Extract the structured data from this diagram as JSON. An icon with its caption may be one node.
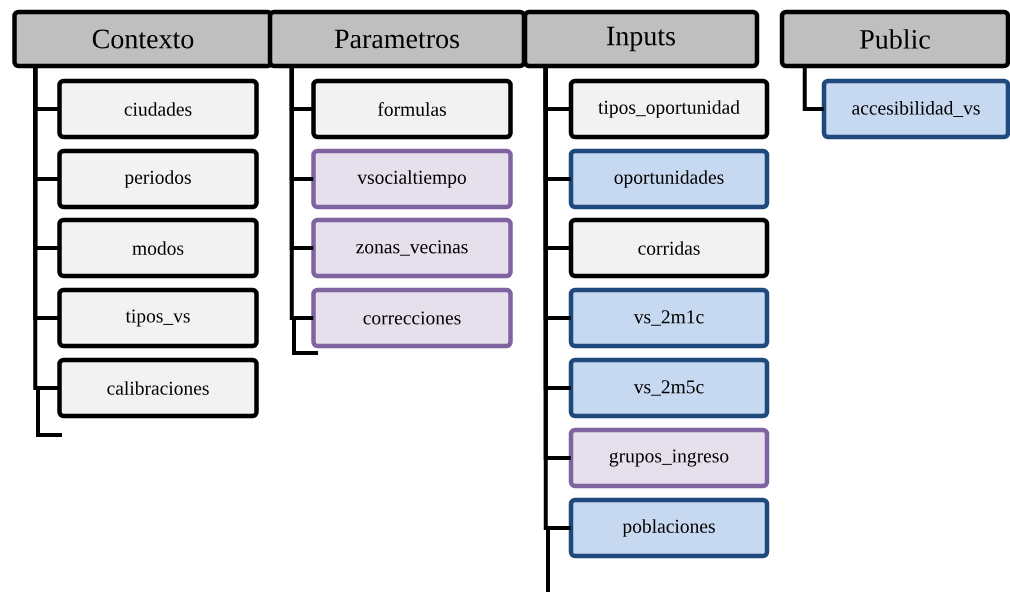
{
  "diagram": {
    "nodes": [
      {
        "text": [
          "Contexto"
        ]
      },
      {
        "text": [
          "ciudades"
        ]
      },
      {
        "text": [
          "periodos"
        ]
      },
      {
        "text": [
          "modos"
        ]
      },
      {
        "text": [
          "tipos_vs"
        ]
      },
      {
        "text": [
          "calibraciones"
        ]
      },
      {
        "text": [
          "Parametros"
        ]
      },
      {
        "text": [
          "formulas"
        ]
      },
      {
        "text": [
          "vsocialtiempo"
        ]
      },
      {
        "text": [
          "zonas_vecinas"
        ]
      },
      {
        "text": [
          "correcciones"
        ]
      },
      {
        "text": [
          "Inputs"
        ]
      },
      {
        "text": [
          "tipos_oportunidad"
        ]
      },
      {
        "text": [
          "oportunidades"
        ]
      },
      {
        "text": [
          "corridas"
        ]
      },
      {
        "text": [
          "vs_2m1c"
        ]
      },
      {
        "text": [
          "vs_2m5c"
        ]
      },
      {
        "text": [
          "grupos_ingreso"
        ]
      },
      {
        "text": [
          "poblaciones"
        ]
      },
      {
        "text": [
          "Public"
        ]
      },
      {
        "text": [
          "accesibilidad_vs"
        ]
      }
    ],
    "edges": [
      {
        "from": 0,
        "to": 1,
        "arrow": "none"
      },
      {
        "from": 0,
        "to": 2,
        "arrow": "none"
      },
      {
        "from": 0,
        "to": 3,
        "arrow": "none"
      },
      {
        "from": 0,
        "to": 4,
        "arrow": "none"
      },
      {
        "from": 0,
        "to": 5,
        "arrow": "none"
      },
      {
        "from": 6,
        "to": 7,
        "arrow": "none"
      },
      {
        "from": 6,
        "to": 8,
        "arrow": "none"
      },
      {
        "from": 6,
        "to": 9,
        "arrow": "none"
      },
      {
        "from": 6,
        "to": 10,
        "arrow": "none"
      },
      {
        "from": 11,
        "to": 12,
        "arrow": "none"
      },
      {
        "from": 11,
        "to": 13,
        "arrow": "none"
      },
      {
        "from": 11,
        "to": 14,
        "arrow": "none"
      },
      {
        "from": 11,
        "to": 15,
        "arrow": "none"
      },
      {
        "from": 11,
        "to": 16,
        "arrow": "none"
      },
      {
        "from": 11,
        "to": 17,
        "arrow": "none"
      },
      {
        "from": 11,
        "to": 18,
        "arrow": "none"
      },
      {
        "from": 19,
        "to": 20,
        "arrow": "none"
      }
    ]
  }
}
